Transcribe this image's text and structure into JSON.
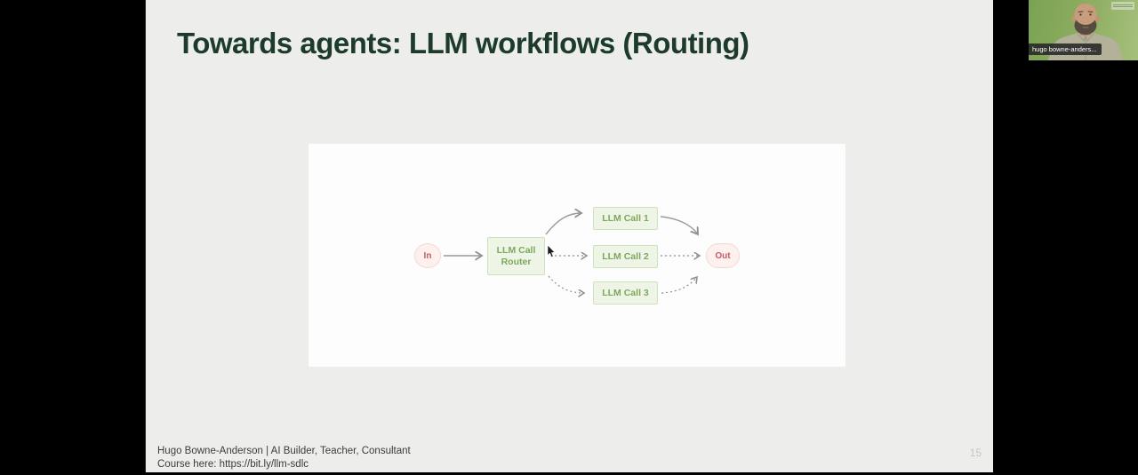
{
  "slide": {
    "title": "Towards agents: LLM workflows (Routing)",
    "footer": {
      "line1": "Hugo Bowne-Anderson | AI Builder, Teacher, Consultant",
      "line2": "Course here: https://bit.ly/llm-sdlc"
    },
    "page_number": "15",
    "colors": {
      "title_green": "#1c3b2a",
      "slide_bg": "#ededec",
      "panel_bg": "#fdfdfd"
    }
  },
  "diagram": {
    "in_label": "In",
    "router_label": "LLM Call Router",
    "call_labels": [
      "LLM Call 1",
      "LLM Call 2",
      "LLM Call 3"
    ],
    "out_label": "Out",
    "colors": {
      "green_box_bg": "#eef5e6",
      "green_box_border": "#cde2bd",
      "green_text": "#7ca85e",
      "pink_node_bg": "#fdf0ee",
      "pink_node_border": "#f2d8d3",
      "pink_text": "#c2605c",
      "arrow_gray": "#999999"
    },
    "edges": [
      {
        "from": "In",
        "to": "LLM Call Router",
        "style": "solid"
      },
      {
        "from": "LLM Call Router",
        "to": "LLM Call 1",
        "style": "solid"
      },
      {
        "from": "LLM Call Router",
        "to": "LLM Call 2",
        "style": "dashed"
      },
      {
        "from": "LLM Call Router",
        "to": "LLM Call 3",
        "style": "dashed"
      },
      {
        "from": "LLM Call 1",
        "to": "Out",
        "style": "solid"
      },
      {
        "from": "LLM Call 2",
        "to": "Out",
        "style": "dashed"
      },
      {
        "from": "LLM Call 3",
        "to": "Out",
        "style": "dashed"
      }
    ]
  },
  "webcam": {
    "name_label": "hugo bowne-anders..."
  }
}
